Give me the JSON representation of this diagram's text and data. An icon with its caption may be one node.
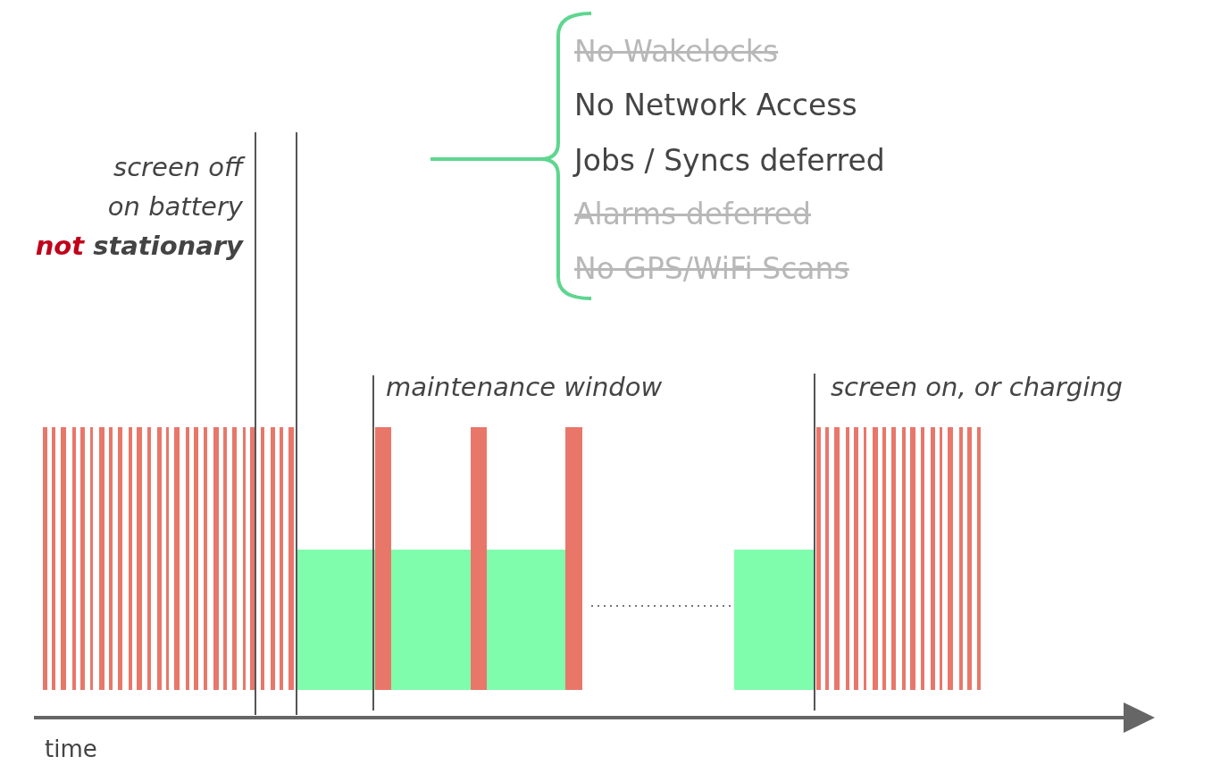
{
  "diagram": {
    "labels": [
      "No Wakelocks",
      "No Network Access",
      "Jobs / Syncs deferred",
      "Alarms deferred",
      "No GPS/WiFi Scans",
      "screen off",
      "on battery",
      "not stationary",
      "maintenance window",
      "screen on, or charging",
      "time"
    ]
  }
}
